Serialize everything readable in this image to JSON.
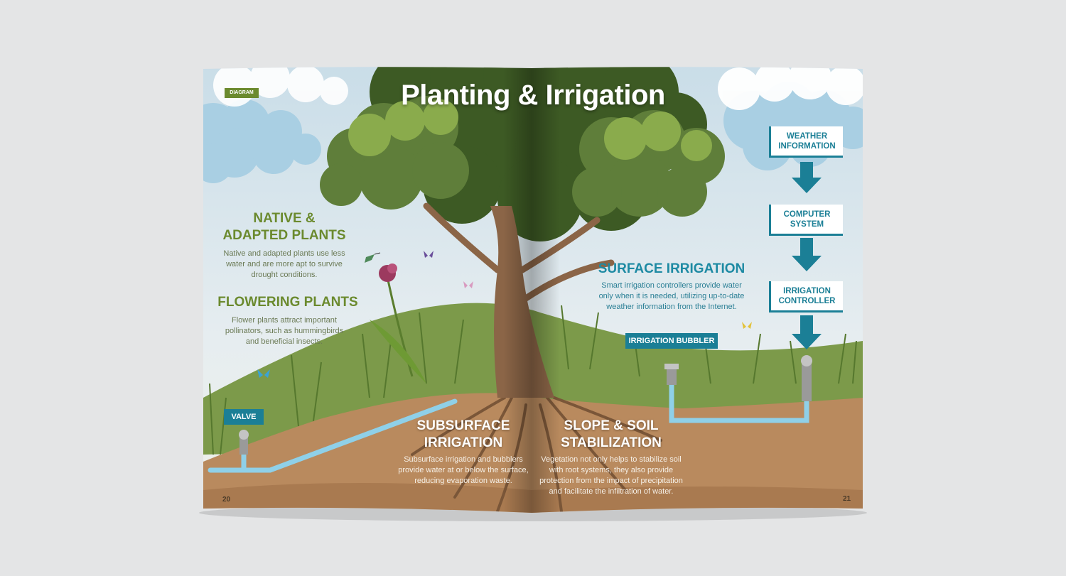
{
  "title": "Planting & Irrigation",
  "section_tag": "DIAGRAM",
  "native": {
    "heading_line1": "NATIVE &",
    "heading_line2": "ADAPTED PLANTS",
    "body_line1": "Native and adapted plants use less",
    "body_line2": "water and are more apt to survive",
    "body_line3": "drought conditions."
  },
  "flowering": {
    "heading": "FLOWERING PLANTS",
    "body_line1": "Flower plants attract important",
    "body_line2": "pollinators, such as hummingbirds",
    "body_line3": "and beneficial insects."
  },
  "surface": {
    "heading": "SURFACE IRRIGATION",
    "body_line1": "Smart irrigation controllers provide water",
    "body_line2": "only when it is needed, utilizing up-to-date",
    "body_line3": "weather information from the Internet."
  },
  "subsurface": {
    "heading_line1": "SUBSURFACE",
    "heading_line2": "IRRIGATION",
    "body_line1": "Subsurface irrigation and bubblers",
    "body_line2": "provide water at or below the surface,",
    "body_line3": "reducing evaporation waste."
  },
  "slope": {
    "heading_line1": "SLOPE & SOIL",
    "heading_line2": "STABILIZATION",
    "body_line1": "Vegetation not only helps to stabilize soil",
    "body_line2": "with root systems, they also provide",
    "body_line3": "protection from the impact of precipitation",
    "body_line4": "and facilitate the infiltration of water."
  },
  "labels": {
    "valve": "VALVE",
    "bubbler": "IRRIGATION BUBBLER"
  },
  "flow": {
    "weather_line1": "WEATHER",
    "weather_line2": "INFORMATION",
    "computer_line1": "COMPUTER",
    "computer_line2": "SYSTEM",
    "controller_line1": "IRRIGATION",
    "controller_line2": "CONTROLLER"
  },
  "page_left": "20",
  "page_right": "21",
  "colors": {
    "green_heading": "#6b8a2e",
    "teal_heading": "#1d8aa3",
    "teal_label": "#1b7f96",
    "soil": "#b98a5e",
    "sky": "#dfe9ef"
  }
}
